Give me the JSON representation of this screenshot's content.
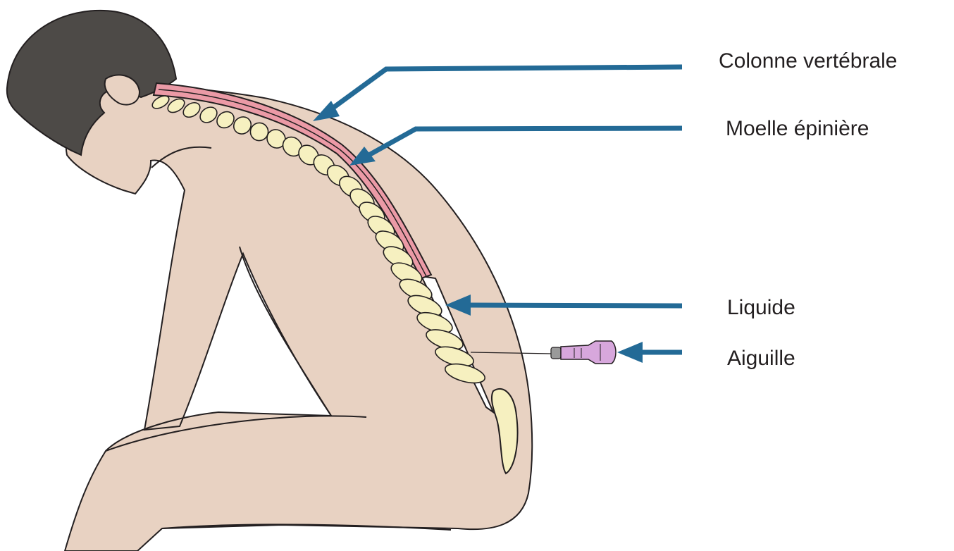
{
  "diagram": {
    "labels": [
      {
        "id": "spine",
        "text": "Colonne vertébrale"
      },
      {
        "id": "spinal-cord",
        "text": "Moelle épinière"
      },
      {
        "id": "fluid",
        "text": "Liquide"
      },
      {
        "id": "needle",
        "text": "Aiguille"
      }
    ],
    "colors": {
      "skin": "#e8d2c2",
      "hair": "#4d4a47",
      "outline": "#231f20",
      "vertebra": "#f6f0c0",
      "spinal_cord": "#eb9aa6",
      "arrow": "#236a96",
      "needle_hub": "#d7a7dc"
    }
  }
}
